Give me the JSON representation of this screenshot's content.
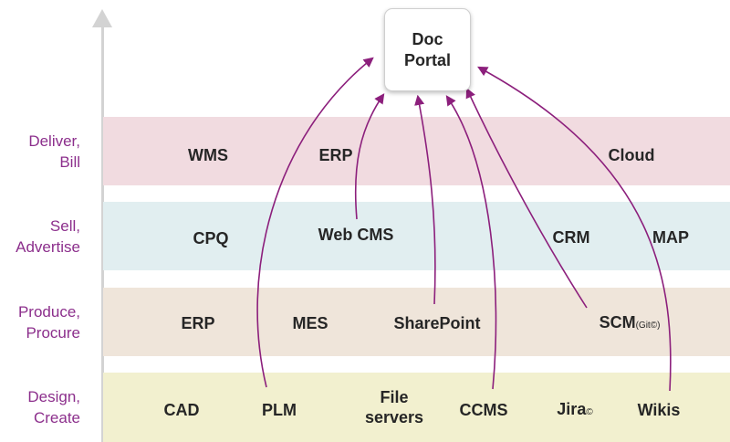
{
  "portal": {
    "line1": "Doc",
    "line2": "Portal"
  },
  "rows": {
    "deliver": {
      "line1": "Deliver,",
      "line2": "Bill"
    },
    "sell": {
      "line1": "Sell,",
      "line2": "Advertise"
    },
    "produce": {
      "line1": "Produce,",
      "line2": "Procure"
    },
    "design": {
      "line1": "Design,",
      "line2": "Create"
    }
  },
  "nodes": {
    "wms": "WMS",
    "erp_deliver": "ERP",
    "cloud": "Cloud",
    "cpq": "CPQ",
    "web_cms": "Web CMS",
    "crm": "CRM",
    "map": "MAP",
    "erp_produce": "ERP",
    "mes": "MES",
    "sharepoint": "SharePoint",
    "scm": "SCM",
    "scm_note": "(Git©)",
    "cad": "CAD",
    "plm": "PLM",
    "file_servers_1": "File",
    "file_servers_2": "servers",
    "ccms": "CCMS",
    "jira": "Jira",
    "jira_mark": "©",
    "wikis": "Wikis"
  },
  "colors": {
    "accent": "#8c2f8c",
    "arrow": "#8c1f7c",
    "deliver_band": "#f1dbe0",
    "sell_band": "#e1eef0",
    "produce_band": "#efe5da",
    "design_band": "#f2f0cf",
    "axis": "#d3d3d3"
  }
}
